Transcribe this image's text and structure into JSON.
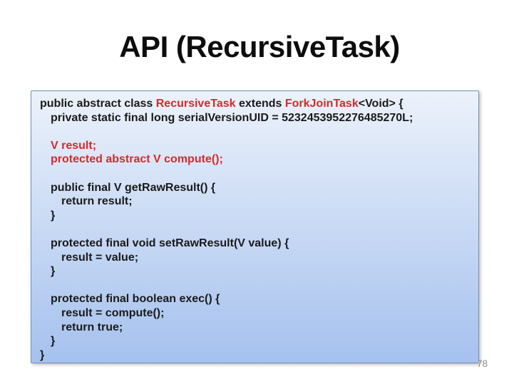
{
  "slide": {
    "title": "API (RecursiveTask)",
    "page_number": "78"
  },
  "colors": {
    "code_red": "#d22b2b",
    "code_black": "#1a1a1a",
    "box_gradient_top": "#ecf2fb",
    "box_gradient_bottom": "#a5c1ee",
    "box_border": "#7490b5",
    "page_number_gray": "#8c8c8c"
  },
  "code_block": {
    "language": "java",
    "lines": [
      {
        "indent": 0,
        "segments": [
          {
            "text": "public abstract class ",
            "color": "black"
          },
          {
            "text": "RecursiveTask",
            "color": "red"
          },
          {
            "text": " extends ",
            "color": "black"
          },
          {
            "text": "ForkJoinTask",
            "color": "red"
          },
          {
            "text": "<Void> {",
            "color": "black"
          }
        ]
      },
      {
        "indent": 1,
        "segments": [
          {
            "text": "private static final long serialVersionUID = 5232453952276485270L;",
            "color": "black"
          }
        ]
      },
      {
        "indent": 0,
        "segments": []
      },
      {
        "indent": 1,
        "segments": [
          {
            "text": "V result;",
            "color": "red"
          }
        ]
      },
      {
        "indent": 1,
        "segments": [
          {
            "text": "protected abstract V compute();",
            "color": "red"
          }
        ]
      },
      {
        "indent": 0,
        "segments": []
      },
      {
        "indent": 1,
        "segments": [
          {
            "text": "public final V getRawResult() {",
            "color": "black"
          }
        ]
      },
      {
        "indent": 2,
        "segments": [
          {
            "text": "return result;",
            "color": "black"
          }
        ]
      },
      {
        "indent": 1,
        "segments": [
          {
            "text": "}",
            "color": "black"
          }
        ]
      },
      {
        "indent": 0,
        "segments": []
      },
      {
        "indent": 1,
        "segments": [
          {
            "text": "protected final void setRawResult(V value) {",
            "color": "black"
          }
        ]
      },
      {
        "indent": 2,
        "segments": [
          {
            "text": "result = value;",
            "color": "black"
          }
        ]
      },
      {
        "indent": 1,
        "segments": [
          {
            "text": "}",
            "color": "black"
          }
        ]
      },
      {
        "indent": 0,
        "segments": []
      },
      {
        "indent": 1,
        "segments": [
          {
            "text": "protected final boolean exec() {",
            "color": "black"
          }
        ]
      },
      {
        "indent": 2,
        "segments": [
          {
            "text": "result = compute();",
            "color": "black"
          }
        ]
      },
      {
        "indent": 2,
        "segments": [
          {
            "text": "return true;",
            "color": "black"
          }
        ]
      },
      {
        "indent": 1,
        "segments": [
          {
            "text": "}",
            "color": "black"
          }
        ]
      },
      {
        "indent": 0,
        "segments": [
          {
            "text": "}",
            "color": "black"
          }
        ]
      }
    ]
  }
}
